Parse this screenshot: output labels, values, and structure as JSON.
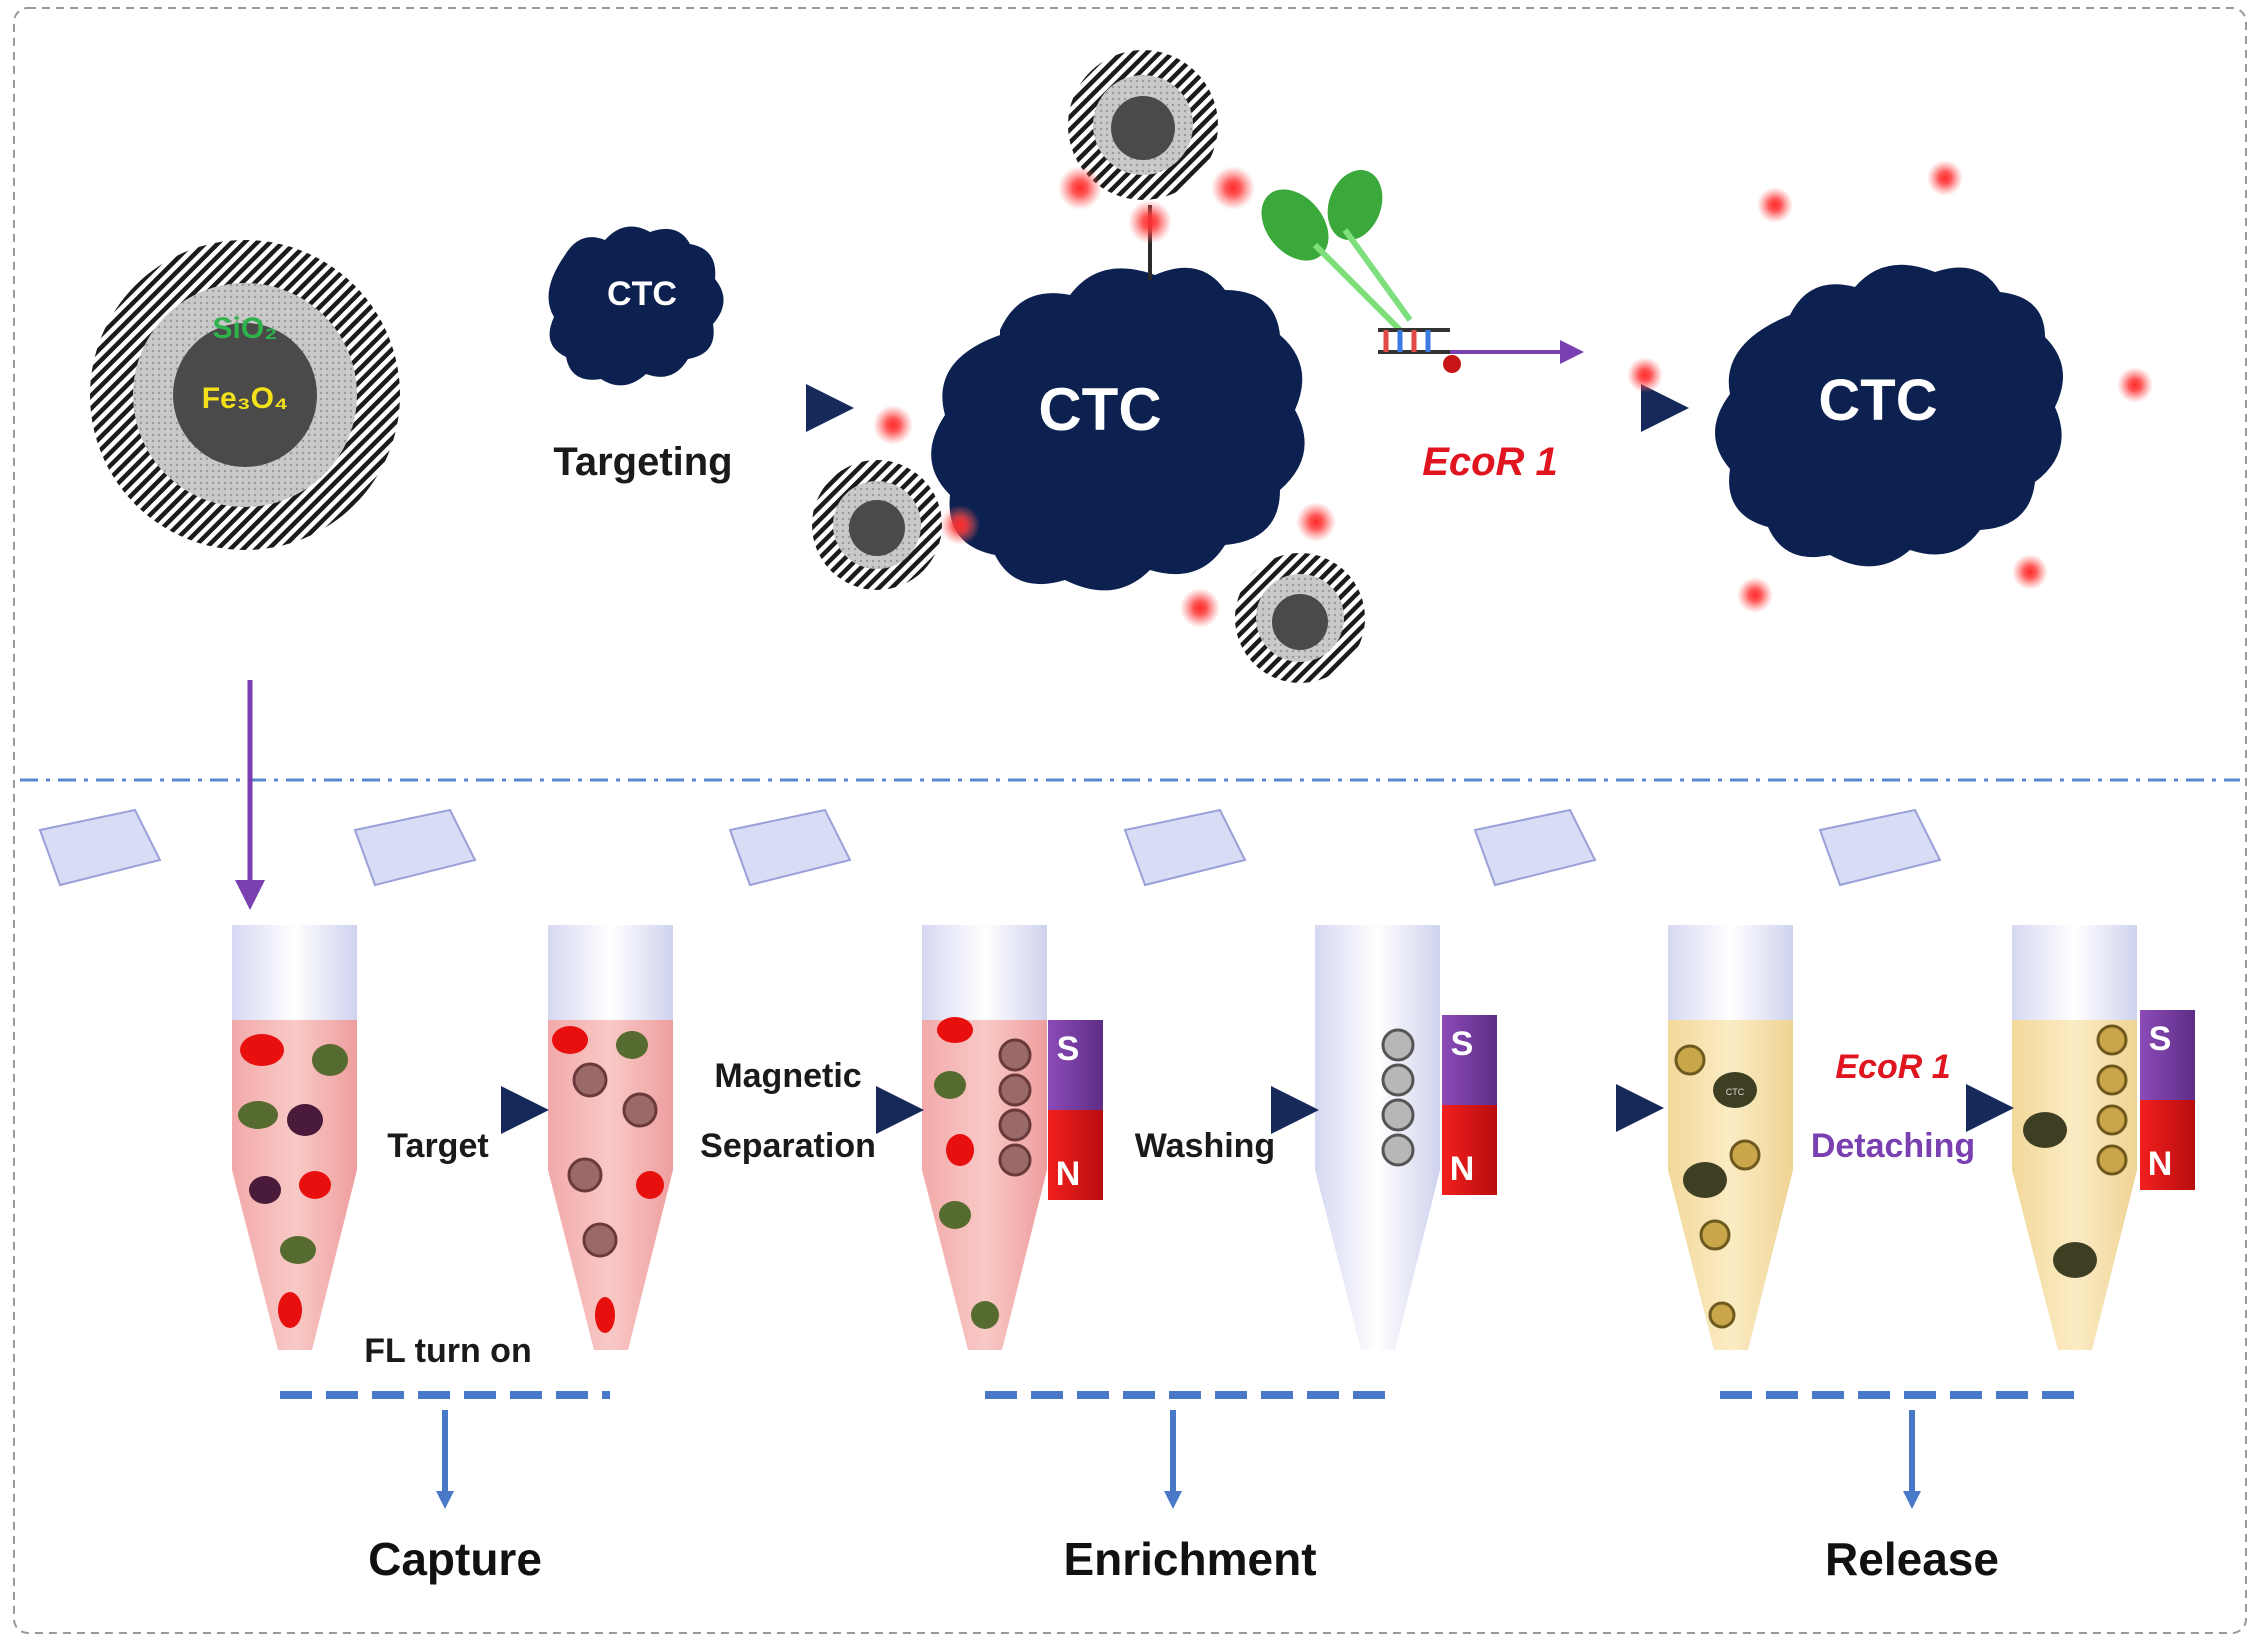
{
  "top": {
    "particle": {
      "shell": "SiO₂",
      "core": "Fe₃O₄"
    },
    "small_cell": "CTC",
    "main_cell": "CTC",
    "released_cell": "CTC",
    "arrow1_label": "Targeting",
    "arrow2_label": "EcoR 1"
  },
  "bottom": {
    "arrow_labels": {
      "target": "Target",
      "magnetic_line1": "Magnetic",
      "magnetic_line2": "Separation",
      "washing": "Washing",
      "ecor": "EcoR 1",
      "detaching": "Detaching"
    },
    "fl_label": "FL turn on",
    "magnet": {
      "south": "S",
      "north": "N"
    },
    "mini_cell": "CTC",
    "stages": [
      "Capture",
      "Enrichment",
      "Release"
    ]
  },
  "colors": {
    "cell": "#0d2150",
    "arrow_dark": "#17285a",
    "arrow_red": "#d8141e",
    "purple_arrow": "#7a3fb0",
    "silica": "#2db34a",
    "core_label": "#f3e21a",
    "ecor_label": "#e0151f",
    "detaching_label": "#7a3fb0",
    "stage_blue": "#4a78c8",
    "magnet_s": "#7b3fa6",
    "magnet_n": "#e31515"
  }
}
